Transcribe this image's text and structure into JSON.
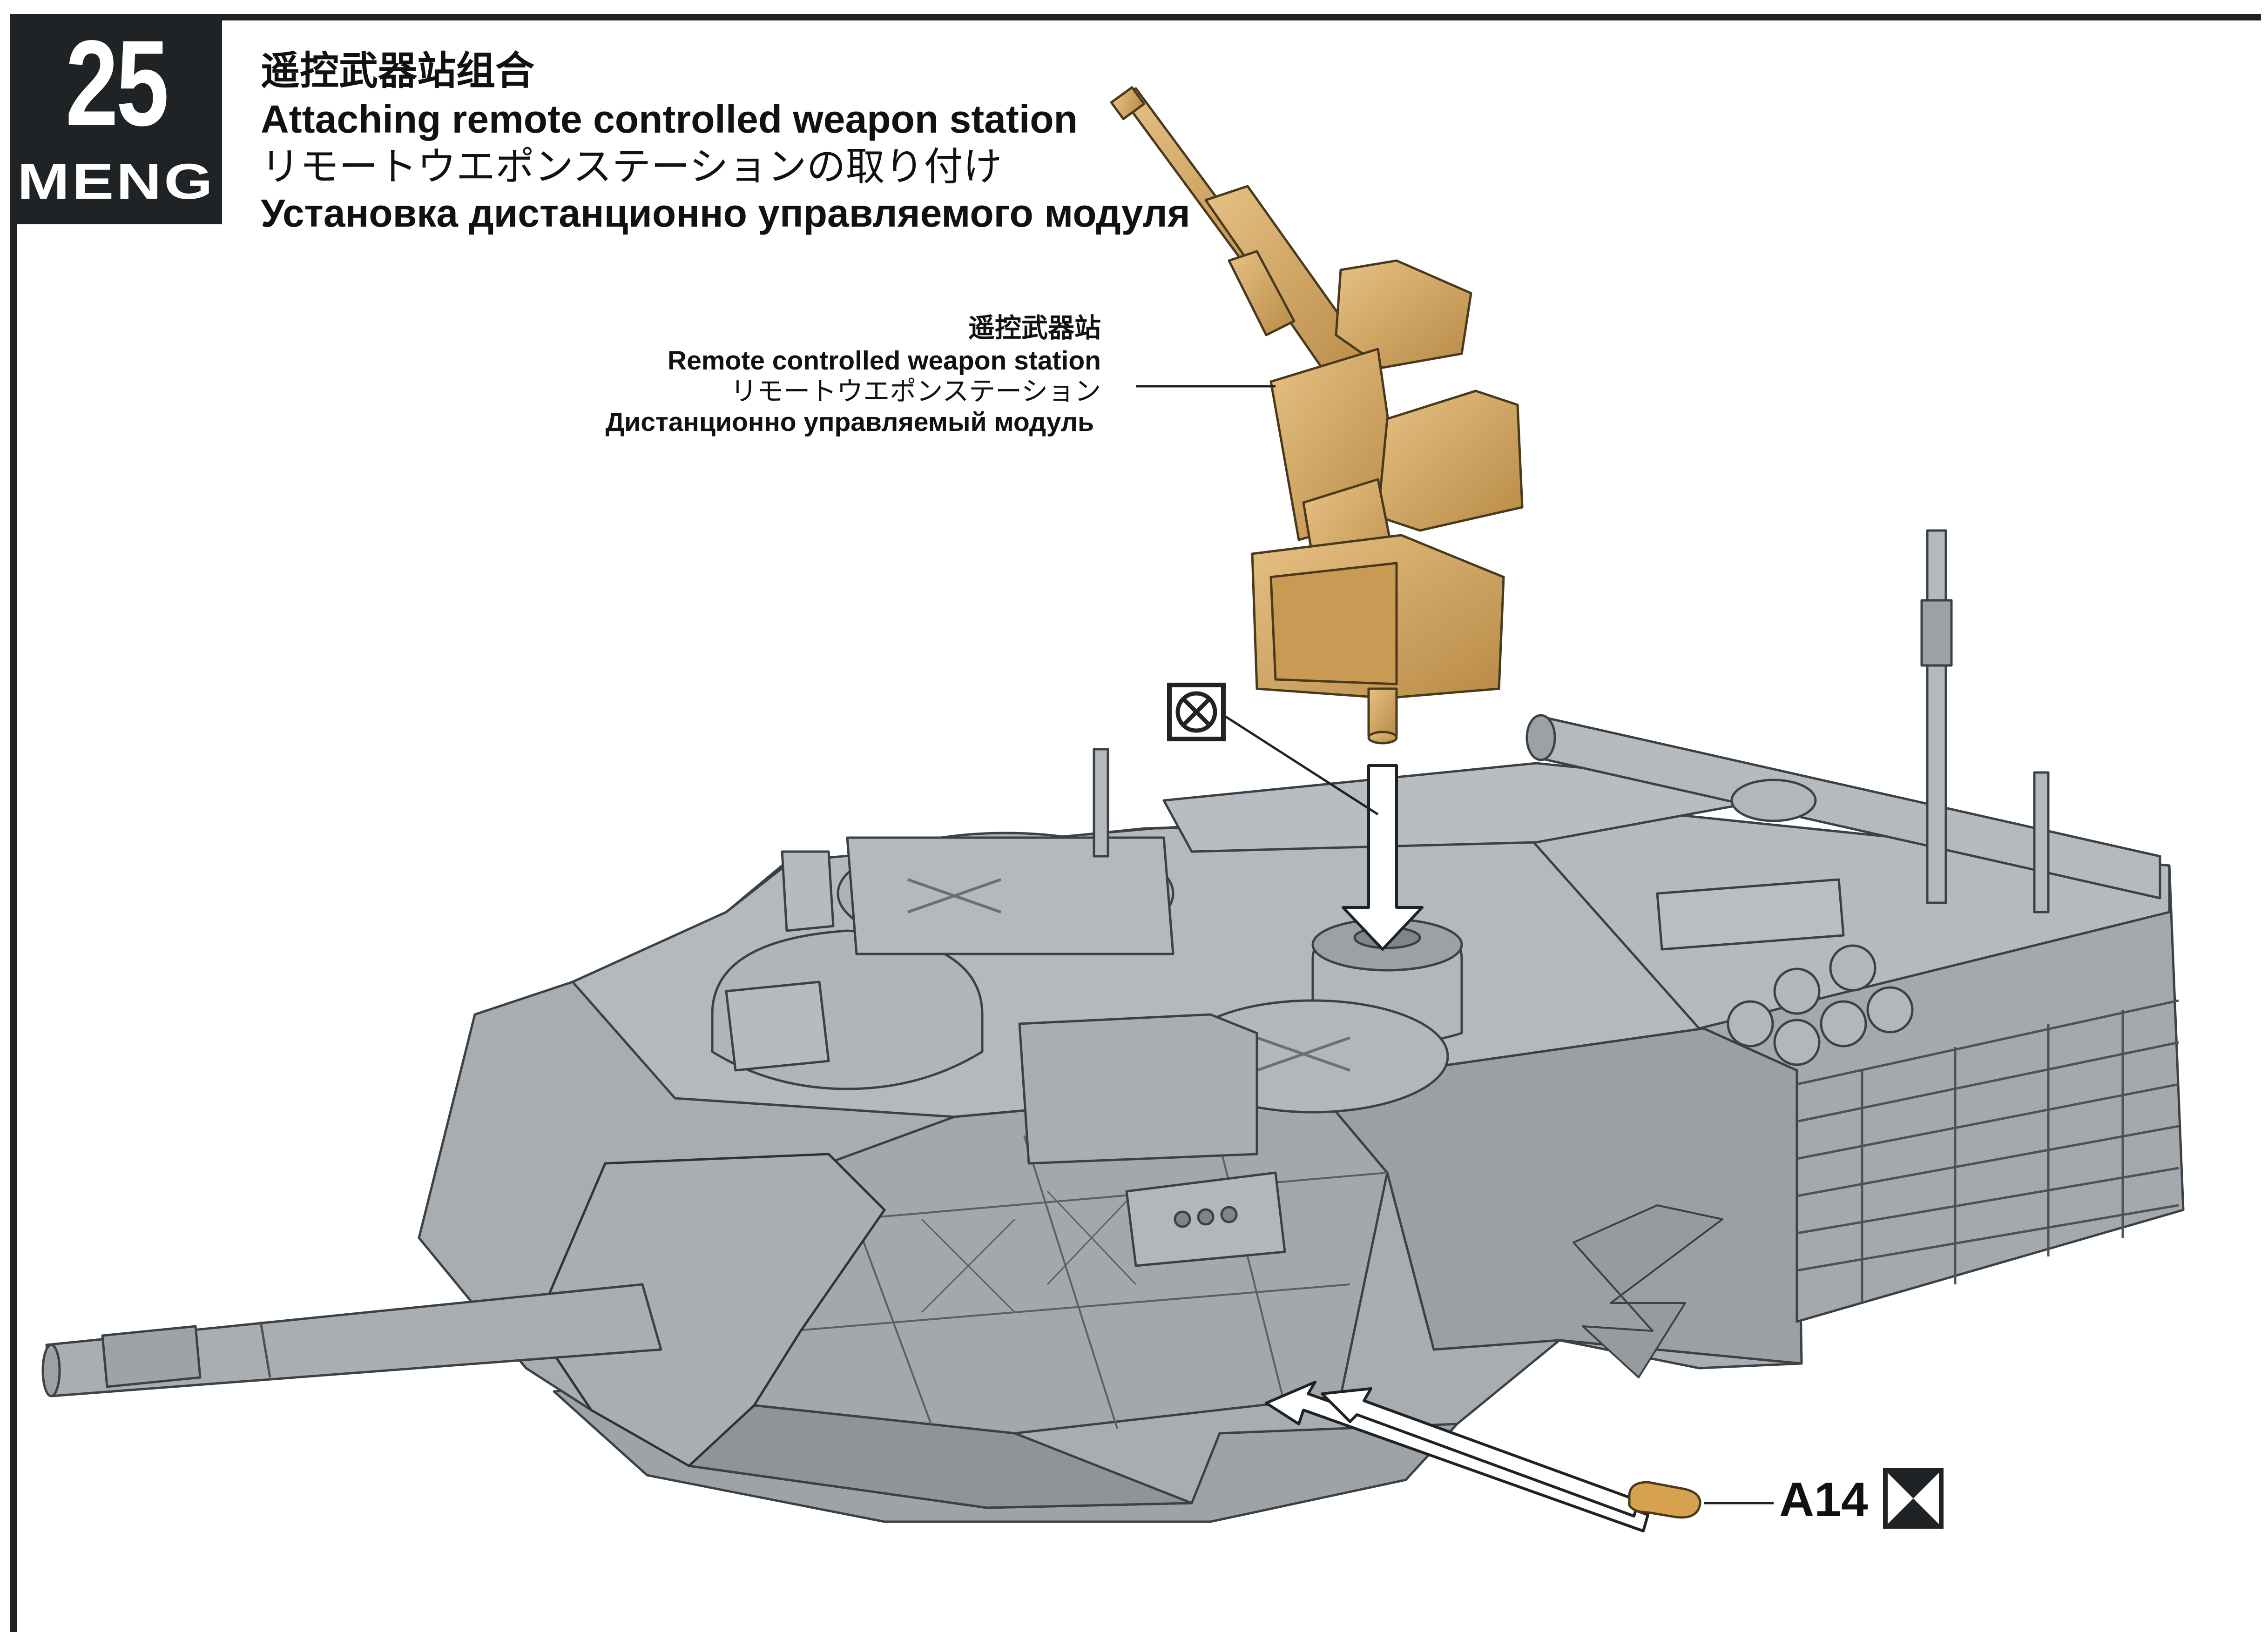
{
  "step": {
    "number": "25",
    "brand": "MENG"
  },
  "titles": {
    "chinese": "遥控武器站组合",
    "english": "Attaching remote controlled weapon station",
    "japanese": "リモートウエポンステーションの取り付け",
    "russian": "Установка дистанционно управляемого модуля"
  },
  "callout": {
    "chinese": "遥控武器站",
    "english": "Remote controlled weapon station",
    "japanese": "リモートウエポンステーション",
    "russian": "Дистанционно управляемый модуль"
  },
  "part": {
    "label": "A14"
  },
  "icons": {
    "cement": "cement-icon",
    "glue": "glue-icon"
  },
  "colors": {
    "frame": "#1f2326",
    "turret_gray": "#a8adb2",
    "part_tan": "#d1a25c"
  }
}
